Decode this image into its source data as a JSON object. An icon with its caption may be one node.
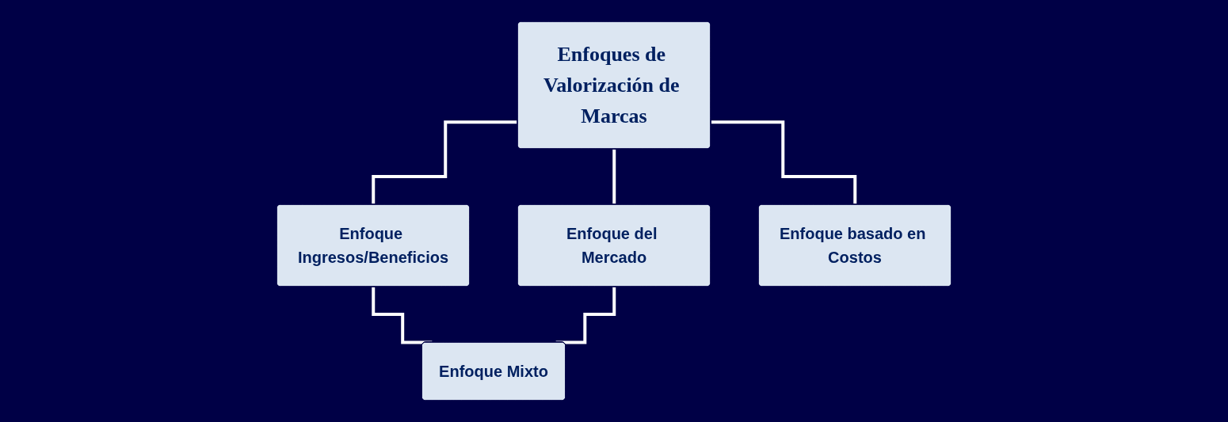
{
  "diagram": {
    "nodes": [
      {
        "text": [
          "Enfoques de Valorización de Marcas"
        ]
      },
      {
        "text": [
          "Enfoque Ingresos/Beneficios"
        ]
      },
      {
        "text": [
          "Enfoque del Mercado"
        ]
      },
      {
        "text": [
          "Enfoque basado en Costos"
        ]
      },
      {
        "text": [
          "Enfoque Mixto"
        ]
      }
    ],
    "edges": [
      {
        "from": 0,
        "to": 1,
        "arrow": "none"
      },
      {
        "from": 0,
        "to": 2,
        "arrow": "none"
      },
      {
        "from": 0,
        "to": 3,
        "arrow": "none"
      },
      {
        "from": 1,
        "to": 4,
        "arrow": "none"
      },
      {
        "from": 2,
        "to": 4,
        "arrow": "none"
      }
    ]
  }
}
